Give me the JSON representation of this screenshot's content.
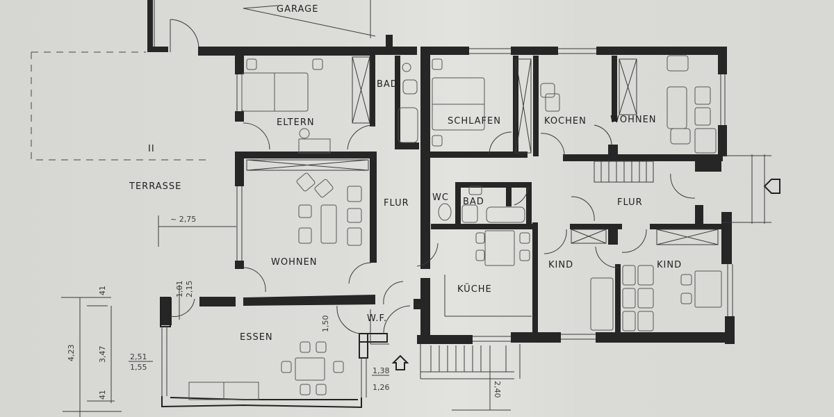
{
  "plan": {
    "type": "floor-plan",
    "rooms": {
      "garage": "GARAGE",
      "eltern": "ELTERN",
      "bad_top": "BAD",
      "schlafen": "SCHLAFEN",
      "kochen": "KOCHEN",
      "wohnen_right": "WOHNEN",
      "terrasse": "TERRASSE",
      "wohnen_main": "WOHNEN",
      "flur_left": "FLUR",
      "wc": "WC",
      "bad_mid": "BAD",
      "flur_right": "FLUR",
      "kueche": "KÜCHE",
      "kind_left": "KIND",
      "kind_right": "KIND",
      "essen": "ESSEN",
      "wf": "W.F."
    },
    "dimensions": {
      "terrace_width": "~ 2,75",
      "overall_height": "4,23",
      "inner_height": "3,47",
      "wall_top": "41",
      "wall_bottom": "41",
      "window_left_top": "2,51",
      "window_left_bottom": "1,55",
      "door_a": "1,01",
      "door_b": "2,15",
      "door_essen": "1,50",
      "window_right_top": "1,38",
      "window_right_bottom": "1,26",
      "stair_depth": "2,40"
    },
    "marker": "II",
    "entrance_arrows": [
      "entrance-arrow-east",
      "entrance-arrow-south"
    ]
  }
}
